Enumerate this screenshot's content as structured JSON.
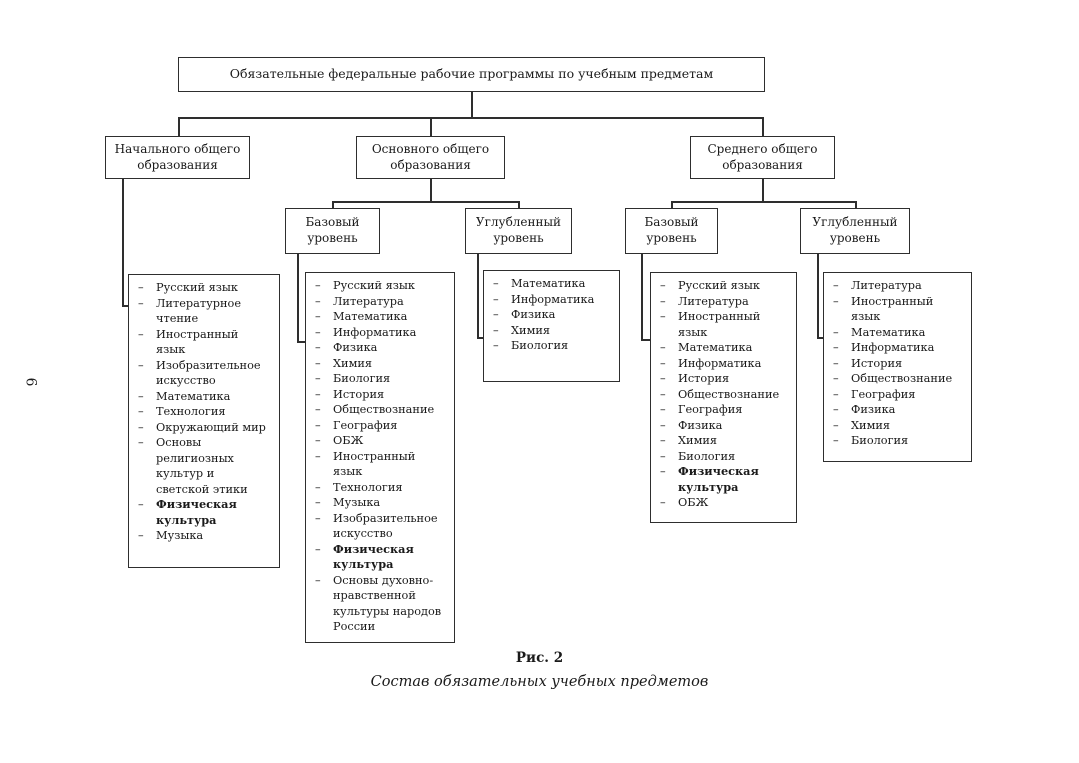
{
  "page_number": "6",
  "colors": {
    "ink": "#1a1a1a",
    "line": "#2e2e2e",
    "background": "#ffffff"
  },
  "boxes": {
    "root": {
      "label": "Обязательные федеральные рабочие программы по учебным предметам"
    },
    "primary": {
      "label": "Начального общего образования"
    },
    "basic": {
      "label": "Основного общего образования"
    },
    "secondary": {
      "label": "Среднего общего образования"
    },
    "basic_base": {
      "label": "Базовый уровень"
    },
    "basic_adv": {
      "label": "Углубленный уровень"
    },
    "secondary_base": {
      "label": "Базовый уровень"
    },
    "secondary_adv": {
      "label": "Углубленный уровень"
    }
  },
  "subjects": {
    "primary": [
      {
        "t": "Русский язык"
      },
      {
        "t": "Литературное чтение"
      },
      {
        "t": "Иностранный язык"
      },
      {
        "t": "Изобразительное искусство"
      },
      {
        "t": "Математика"
      },
      {
        "t": "Технология"
      },
      {
        "t": "Окружающий мир"
      },
      {
        "t": "Основы религиозных культур и светской этики"
      },
      {
        "t": "Физическая культура",
        "b": true
      },
      {
        "t": "Музыка"
      }
    ],
    "basic_base": [
      {
        "t": "Русский язык"
      },
      {
        "t": "Литература"
      },
      {
        "t": "Математика"
      },
      {
        "t": "Информатика"
      },
      {
        "t": "Физика"
      },
      {
        "t": "Химия"
      },
      {
        "t": "Биология"
      },
      {
        "t": "История"
      },
      {
        "t": "Обществознание"
      },
      {
        "t": "География"
      },
      {
        "t": "ОБЖ"
      },
      {
        "t": "Иностранный язык"
      },
      {
        "t": "Технология"
      },
      {
        "t": "Музыка"
      },
      {
        "t": "Изобразительное искусство"
      },
      {
        "t": "Физическая культура",
        "b": true
      },
      {
        "t": "Основы духовно-нравственной культуры народов России"
      }
    ],
    "basic_adv": [
      {
        "t": "Математика"
      },
      {
        "t": "Информатика"
      },
      {
        "t": "Физика"
      },
      {
        "t": "Химия"
      },
      {
        "t": "Биология"
      }
    ],
    "secondary_base": [
      {
        "t": "Русский язык"
      },
      {
        "t": "Литература"
      },
      {
        "t": "Иностранный язык"
      },
      {
        "t": "Математика"
      },
      {
        "t": "Информатика"
      },
      {
        "t": "История"
      },
      {
        "t": "Обществознание"
      },
      {
        "t": "География"
      },
      {
        "t": "Физика"
      },
      {
        "t": "Химия"
      },
      {
        "t": "Биология"
      },
      {
        "t": "Физическая культура",
        "b": true
      },
      {
        "t": "ОБЖ"
      }
    ],
    "secondary_adv": [
      {
        "t": "Литература"
      },
      {
        "t": "Иностранный язык"
      },
      {
        "t": "Математика"
      },
      {
        "t": "Информатика"
      },
      {
        "t": "История"
      },
      {
        "t": "Обществознание"
      },
      {
        "t": "География"
      },
      {
        "t": "Физика"
      },
      {
        "t": "Химия"
      },
      {
        "t": "Биология"
      }
    ]
  },
  "caption": {
    "figure_label": "Рис. 2",
    "subtitle": "Состав обязательных учебных предметов"
  }
}
